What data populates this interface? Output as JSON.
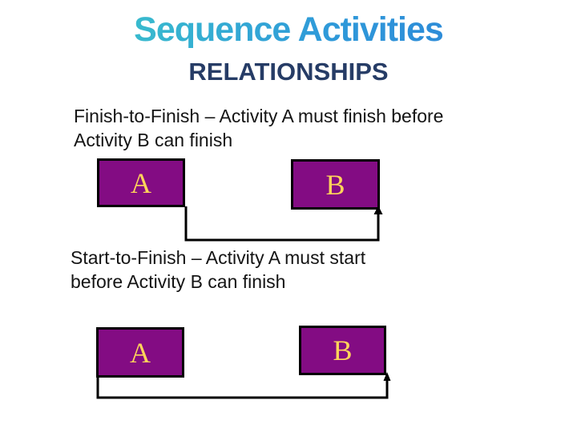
{
  "slide": {
    "title": "Sequence Activities",
    "subtitle": "RELATIONSHIPS",
    "sections": [
      {
        "name": "finish-to-finish",
        "line1": "Finish-to-Finish – Activity A must finish before",
        "line2": "Activity B can finish",
        "box_a_label": "A",
        "box_b_label": "B"
      },
      {
        "name": "start-to-finish",
        "line1": "Start-to-Finish – Activity A must start",
        "line2": "before Activity B can finish",
        "box_a_label": "A",
        "box_b_label": "B"
      }
    ],
    "colors": {
      "title_gradient_start": "#3FD1C6",
      "title_gradient_end": "#2A7CD8",
      "subtitle": "#263C66",
      "body_text": "#141414",
      "box_fill": "#830C83",
      "box_border": "#000000",
      "box_label": "#FFD45A",
      "connector": "#000000",
      "background": "#FFFFFF"
    }
  }
}
